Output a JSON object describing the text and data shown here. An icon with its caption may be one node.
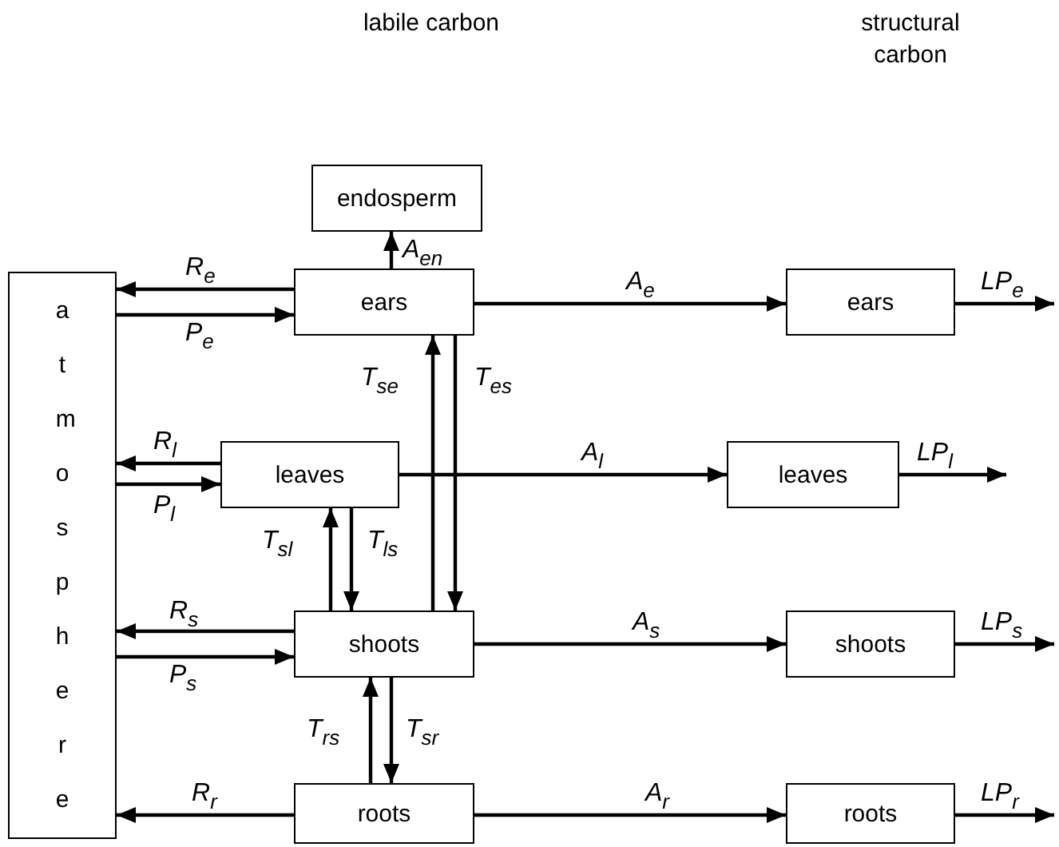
{
  "diagram": {
    "nodes": [
      {
        "text": [
          "atmosphere"
        ]
      },
      {
        "text": [
          "endosperm"
        ]
      },
      {
        "text": [
          "ears"
        ]
      },
      {
        "text": [
          "leaves"
        ]
      },
      {
        "text": [
          "shoots"
        ]
      },
      {
        "text": [
          "roots"
        ]
      },
      {
        "text": [
          "ears"
        ]
      },
      {
        "text": [
          "leaves"
        ]
      },
      {
        "text": [
          "shoots"
        ]
      },
      {
        "text": [
          "roots"
        ]
      }
    ],
    "edges": [
      {
        "from": 2,
        "to": 1,
        "arrow": "to",
        "label": "A$_{en}$"
      },
      {
        "from": 2,
        "to": 0,
        "arrow": "to",
        "label": "R$_{e}$"
      },
      {
        "from": 0,
        "to": 2,
        "arrow": "to",
        "label": "P$_{e}$"
      },
      {
        "from": 2,
        "to": 6,
        "arrow": "to",
        "label": "A$_{e}$"
      },
      {
        "from": 6,
        "to": null,
        "arrow": "to",
        "label": "LP$_{e}$"
      },
      {
        "from": 4,
        "to": 2,
        "arrow": "to",
        "label": "T$_{se}$"
      },
      {
        "from": 2,
        "to": 4,
        "arrow": "to",
        "label": "T$_{es}$"
      },
      {
        "from": 3,
        "to": 0,
        "arrow": "to",
        "label": "R$_{l}$"
      },
      {
        "from": 0,
        "to": 3,
        "arrow": "to",
        "label": "P$_{l}$"
      },
      {
        "from": 3,
        "to": 7,
        "arrow": "to",
        "label": "A$_{l}$"
      },
      {
        "from": 7,
        "to": null,
        "arrow": "to",
        "label": "LP$_{l}$"
      },
      {
        "from": 4,
        "to": 3,
        "arrow": "to",
        "label": "T$_{sl}$"
      },
      {
        "from": 3,
        "to": 4,
        "arrow": "to",
        "label": "T$_{ls}$"
      },
      {
        "from": 4,
        "to": 0,
        "arrow": "to",
        "label": "R$_{s}$"
      },
      {
        "from": 0,
        "to": 4,
        "arrow": "to",
        "label": "P$_{s}$"
      },
      {
        "from": 4,
        "to": 8,
        "arrow": "to",
        "label": "A$_{s}$"
      },
      {
        "from": 8,
        "to": null,
        "arrow": "to",
        "label": "LP$_{s}$"
      },
      {
        "from": 5,
        "to": 4,
        "arrow": "to",
        "label": "T$_{rs}$"
      },
      {
        "from": 4,
        "to": 5,
        "arrow": "to",
        "label": "T$_{sr}$"
      },
      {
        "from": 5,
        "to": 0,
        "arrow": "to",
        "label": "R$_{r}$"
      },
      {
        "from": 5,
        "to": 9,
        "arrow": "to",
        "label": "A$_{r}$"
      },
      {
        "from": 9,
        "to": null,
        "arrow": "to",
        "label": "LP$_{r}$"
      }
    ],
    "labels": [
      "labile carbon",
      "structural carbon"
    ]
  }
}
